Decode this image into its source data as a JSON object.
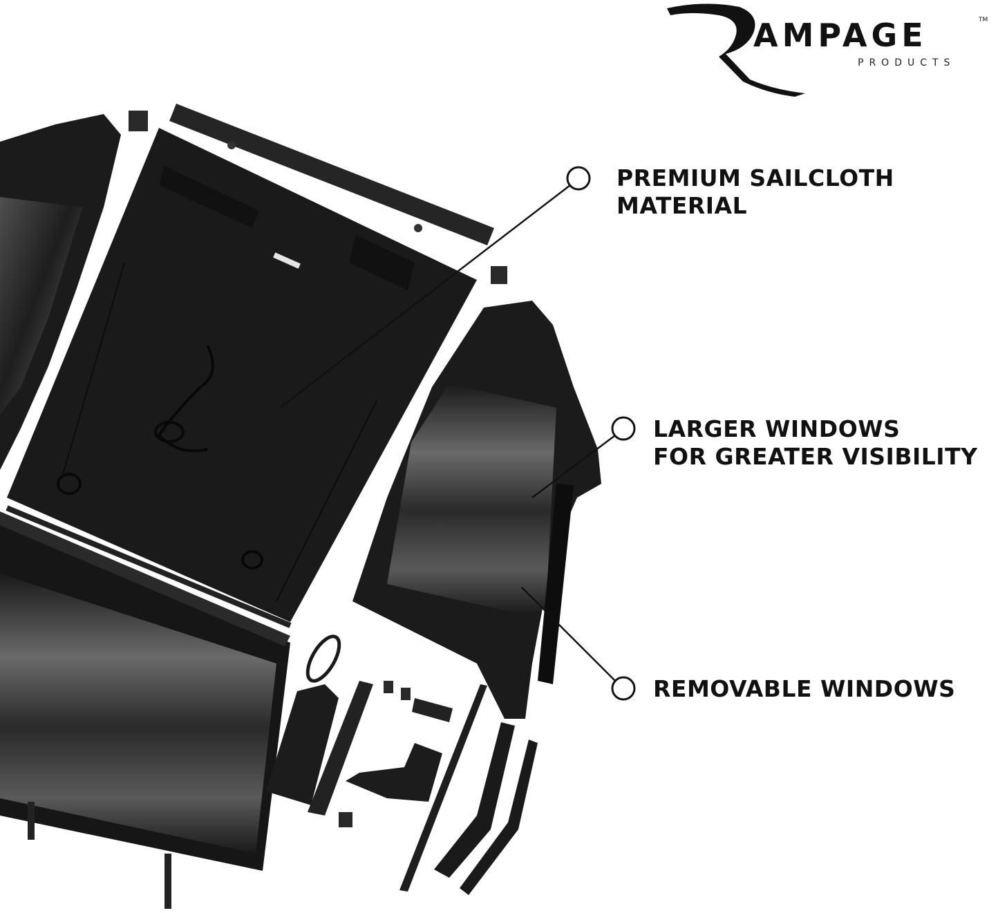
{
  "brand": {
    "name": "AMPAGE",
    "tm": "TM",
    "tagline": "PRODUCTS"
  },
  "callouts": [
    {
      "lines": [
        "PREMIUM SAILCLOTH",
        "MATERIAL"
      ]
    },
    {
      "lines": [
        "LARGER WINDOWS",
        "FOR GREATER VISIBILITY"
      ]
    },
    {
      "lines": [
        "REMOVABLE WINDOWS"
      ]
    }
  ],
  "colors": {
    "background": "#ffffff",
    "fabric": "#1b1b1b",
    "fabric_edge": "#0c0c0c",
    "window": "#3a3a3a",
    "text": "#111111",
    "line": "#111111"
  },
  "icons": [
    "rampage-r-brushstroke-icon",
    "callout-circle-icon"
  ]
}
